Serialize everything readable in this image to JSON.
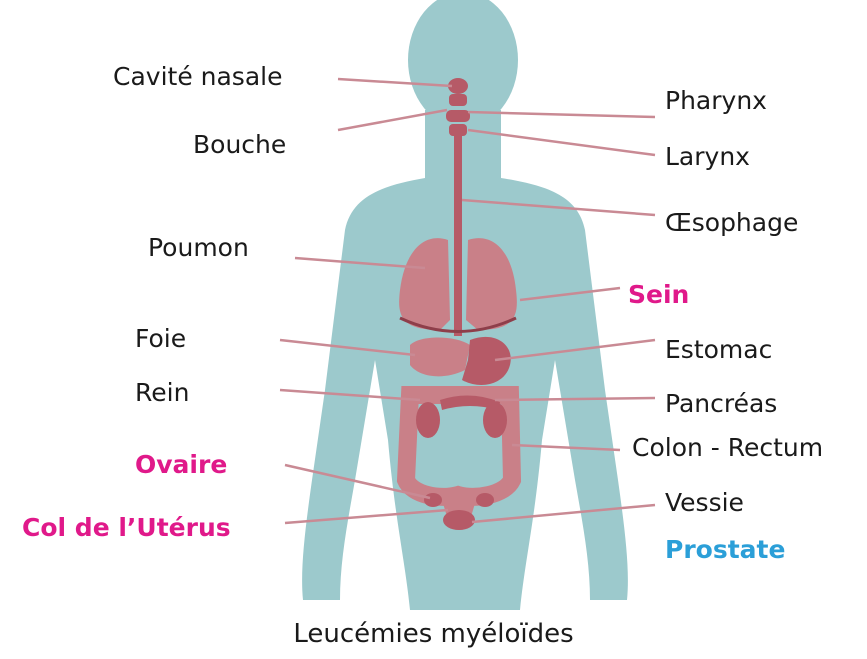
{
  "colors": {
    "body_silhouette": "#9cc9cc",
    "organ": "#b65a67",
    "organ_light": "#c98088",
    "leader_line": "#c98a94",
    "highlight_pink": "#e0198a",
    "highlight_blue": "#2b9fd8",
    "text": "#1a1a1a"
  },
  "labels": {
    "cavite_nasale": "Cavité nasale",
    "bouche": "Bouche",
    "poumon": "Poumon",
    "foie": "Foie",
    "rein": "Rein",
    "ovaire": "Ovaire",
    "col_uterus": "Col de l’Utérus",
    "pharynx": "Pharynx",
    "larynx": "Larynx",
    "oesophage": "Œsophage",
    "sein": "Sein",
    "estomac": "Estomac",
    "pancreas": "Pancréas",
    "colon_rectum": "Colon - Rectum",
    "vessie": "Vessie",
    "prostate": "Prostate"
  },
  "caption": "Leucémies myéloïdes"
}
